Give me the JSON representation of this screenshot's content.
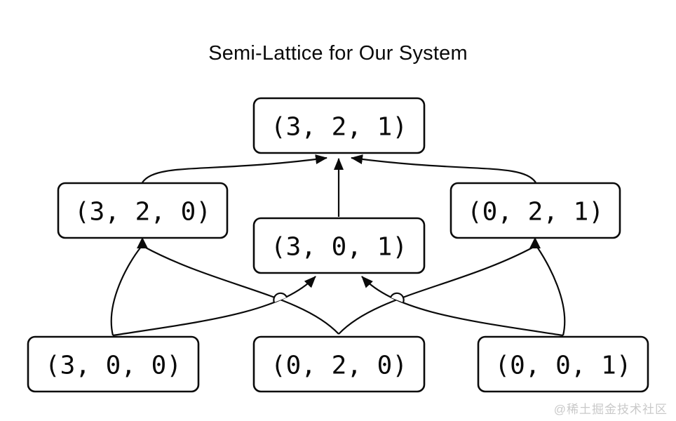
{
  "title": "Semi-Lattice for Our System",
  "watermark": "@稀土掘金技术社区",
  "colors": {
    "stroke": "#0a0a0a",
    "background": "#ffffff",
    "watermark": "#c9c9c9"
  },
  "diagram": {
    "type": "semi-lattice",
    "nodes": [
      {
        "id": "321",
        "label": "(3, 2, 1)",
        "level": "top"
      },
      {
        "id": "320",
        "label": "(3, 2, 0)",
        "level": "middle"
      },
      {
        "id": "301",
        "label": "(3, 0, 1)",
        "level": "middle"
      },
      {
        "id": "021",
        "label": "(0, 2, 1)",
        "level": "middle"
      },
      {
        "id": "300",
        "label": "(3, 0, 0)",
        "level": "bottom"
      },
      {
        "id": "020",
        "label": "(0, 2, 0)",
        "level": "bottom"
      },
      {
        "id": "001",
        "label": "(0, 0, 1)",
        "level": "bottom"
      }
    ],
    "edges": [
      {
        "from": "320",
        "to": "321"
      },
      {
        "from": "301",
        "to": "321"
      },
      {
        "from": "021",
        "to": "321"
      },
      {
        "from": "300",
        "to": "320"
      },
      {
        "from": "020",
        "to": "320"
      },
      {
        "from": "300",
        "to": "301"
      },
      {
        "from": "001",
        "to": "301"
      },
      {
        "from": "020",
        "to": "021"
      },
      {
        "from": "001",
        "to": "021"
      }
    ]
  }
}
